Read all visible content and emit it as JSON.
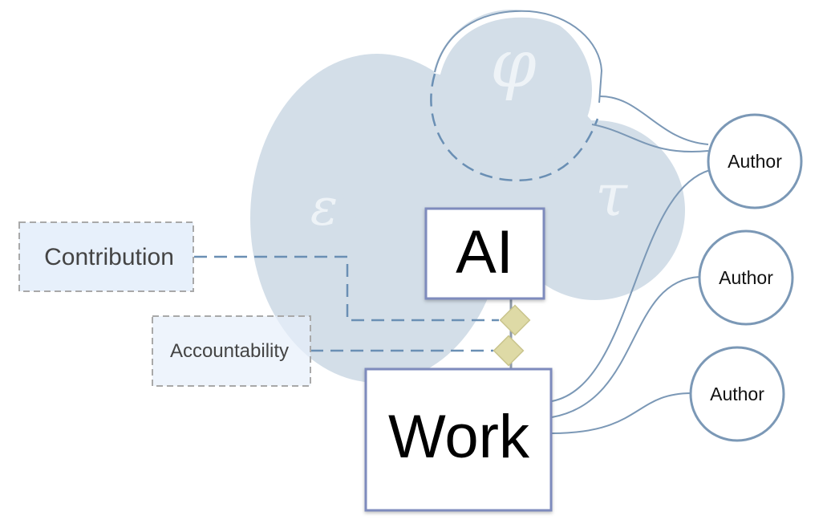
{
  "greek": {
    "phi": "φ",
    "epsilon": "ε",
    "tau": "τ"
  },
  "boxes": {
    "ai": "AI",
    "work": "Work"
  },
  "labels": {
    "contribution": "Contribution",
    "accountability": "Accountability"
  },
  "authors": [
    "Author",
    "Author",
    "Author"
  ],
  "colors": {
    "cloud_fill": "#d3dee8",
    "stroke_blue": "#7b98b6",
    "box_border": "#7e8bbd",
    "label_fill": "#e7f0fb",
    "label_border": "#a9a9a9",
    "diamond_fill": "#dedaa6",
    "greek_text": "#eef3f7"
  }
}
